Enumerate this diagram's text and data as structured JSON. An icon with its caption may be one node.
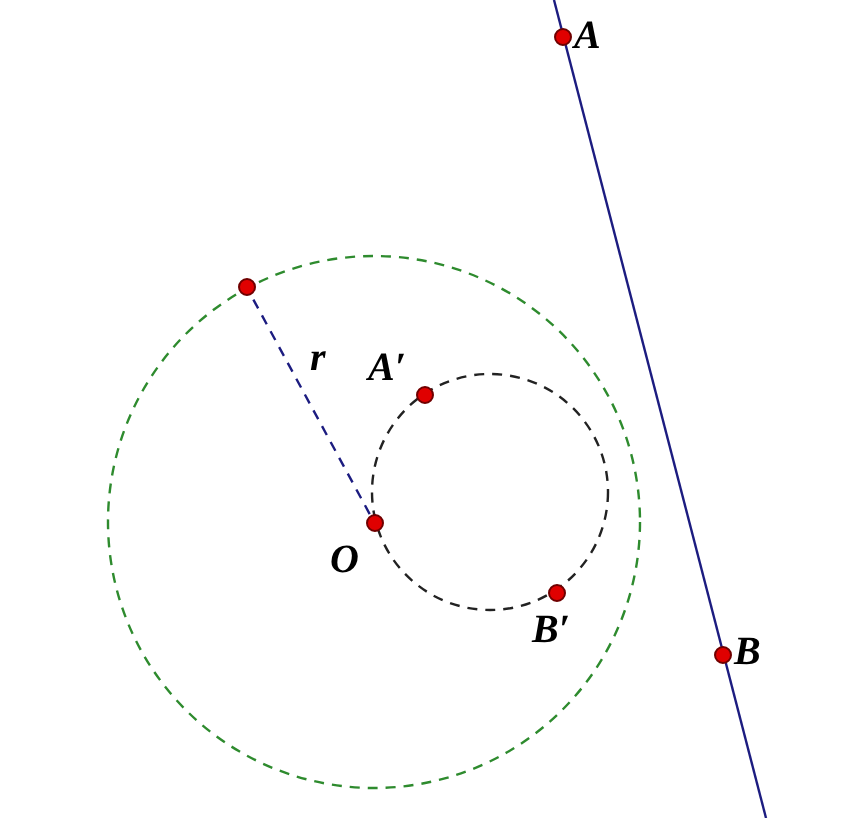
{
  "diagram": {
    "nodes": [
      {
        "text": [
          "A"
        ]
      },
      {
        "text": [],
        "shape": "circle"
      },
      {
        "text": [
          "A′"
        ]
      },
      {
        "text": [
          "O"
        ]
      },
      {
        "text": [
          "B′"
        ]
      },
      {
        "text": [
          "B"
        ]
      }
    ],
    "edges": [
      {
        "from": 3,
        "to": 1,
        "arrow": "none",
        "style": "dashed",
        "label": "r"
      }
    ]
  }
}
